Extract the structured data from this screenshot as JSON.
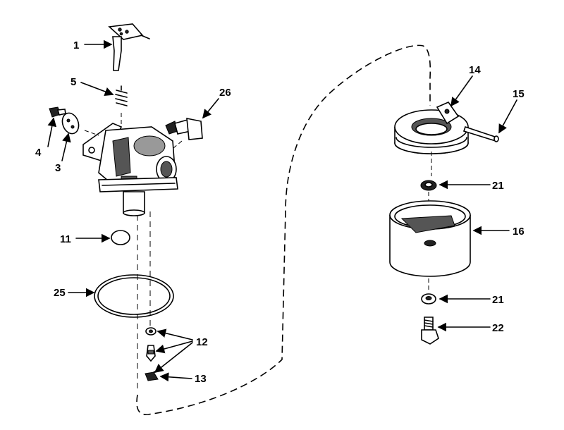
{
  "callouts": {
    "c1": "1",
    "c3": "3",
    "c4": "4",
    "c5": "5",
    "c11": "11",
    "c12": "12",
    "c13": "13",
    "c14": "14",
    "c15": "15",
    "c16": "16",
    "c21a": "21",
    "c21b": "21",
    "c22": "22",
    "c25": "25",
    "c26": "26"
  }
}
